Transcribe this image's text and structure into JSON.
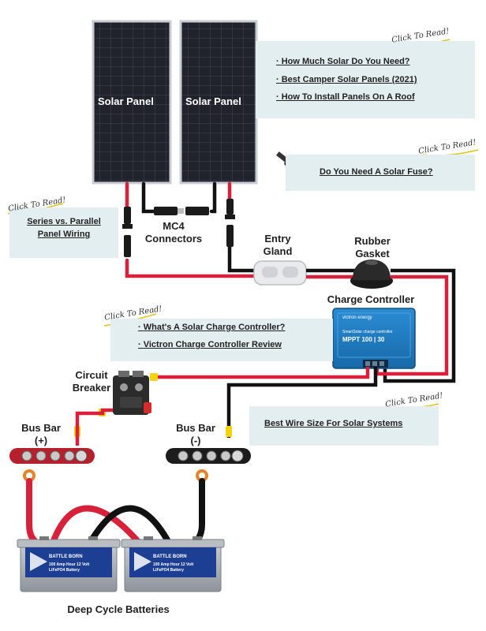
{
  "panels": [
    {
      "label": "Solar Panel"
    },
    {
      "label": "Solar Panel"
    }
  ],
  "callouts": {
    "solar": {
      "cta": "Click To Read!",
      "links": [
        "How Much Solar Do You Need?",
        "Best Camper Solar Panels (2021)",
        "How To Install Panels On A Roof"
      ]
    },
    "fuse": {
      "cta": "Click To Read!",
      "links": [
        "Do You Need A Solar Fuse?"
      ]
    },
    "wiring": {
      "cta": "Click To Read!",
      "links": [
        "Series vs. Parallel",
        "Panel Wiring"
      ]
    },
    "controller": {
      "cta": "Click To Read!",
      "links": [
        "What's A Solar Charge Controller?",
        "Victron Charge Controller Review"
      ]
    },
    "wire": {
      "cta": "Click To Read!",
      "links": [
        "Best Wire Size For Solar Systems"
      ]
    }
  },
  "labels": {
    "mc4": [
      "MC4",
      "Connectors"
    ],
    "entry_gland": [
      "Entry",
      "Gland"
    ],
    "rubber_gasket": [
      "Rubber",
      "Gasket"
    ],
    "charge_controller": "Charge Controller",
    "circuit_breaker": [
      "Circuit",
      "Breaker"
    ],
    "bus_bar_pos": [
      "Bus Bar",
      "(+)"
    ],
    "bus_bar_neg": [
      "Bus Bar",
      "(-)"
    ],
    "batteries": "Deep Cycle Batteries"
  },
  "controller_device": {
    "brand": "victron energy",
    "subtitle": "SmartSolar charge controller",
    "model": "MPPT 100 | 30"
  },
  "battery_device": {
    "brand": "BATTLE BORN",
    "spec": "100 Amp Hour 12 Volt",
    "chem": "LiFePO4 Battery"
  },
  "colors": {
    "positive_wire": "#d8203a",
    "negative_wire": "#111111",
    "callout_bg": "#e3eef1",
    "panel": "#20232c",
    "controller": "#1f7bc1",
    "yellow_tag": "#f5d211",
    "ring_terminal": "#e6822a"
  }
}
